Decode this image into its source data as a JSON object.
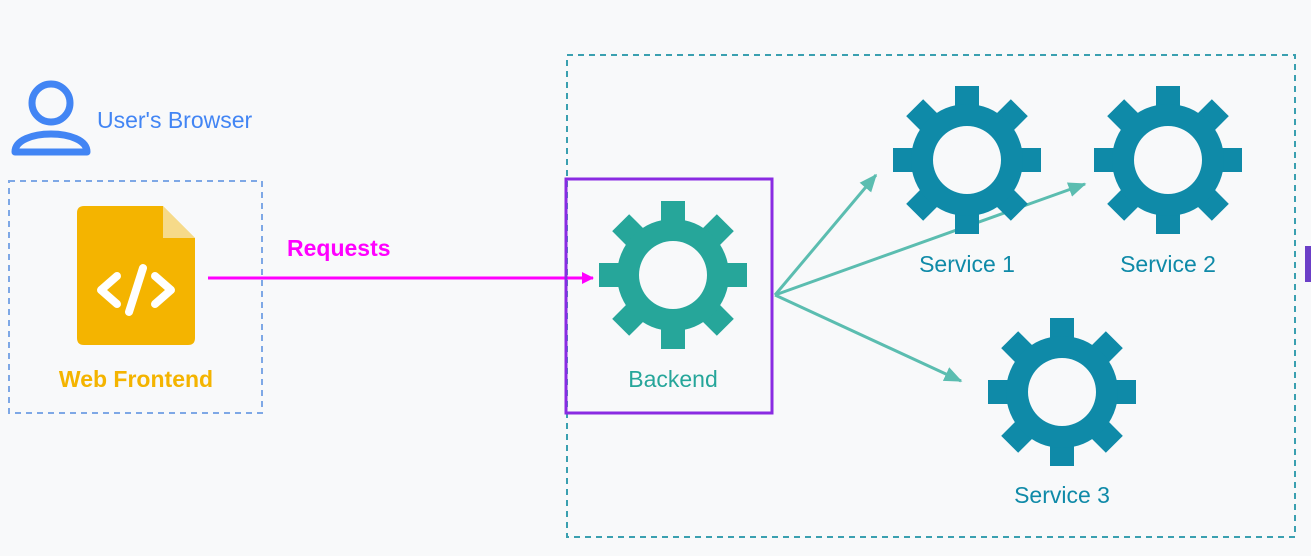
{
  "user_browser": {
    "label": "User's Browser",
    "icon": "user-icon",
    "color": "#4285f4"
  },
  "frontend": {
    "label": "Web Frontend",
    "icon": "code-file-icon",
    "color": "#f4b400"
  },
  "request_edge": {
    "label": "Requests",
    "color": "#ff00ff"
  },
  "backend": {
    "label": "Backend",
    "icon": "gear-icon",
    "color": "#26a69a",
    "highlight_color": "#8a2be2"
  },
  "services": [
    {
      "label": "Service 1",
      "icon": "gear-icon"
    },
    {
      "label": "Service 2",
      "icon": "gear-icon"
    },
    {
      "label": "Service 3",
      "icon": "gear-icon"
    }
  ],
  "colors": {
    "service": "#0f8aa8",
    "service_arrow": "#5bbdb0",
    "frontend_box": "#7ea8e6",
    "backend_group": "#3aa0b0",
    "background": "#f8f9fa"
  }
}
